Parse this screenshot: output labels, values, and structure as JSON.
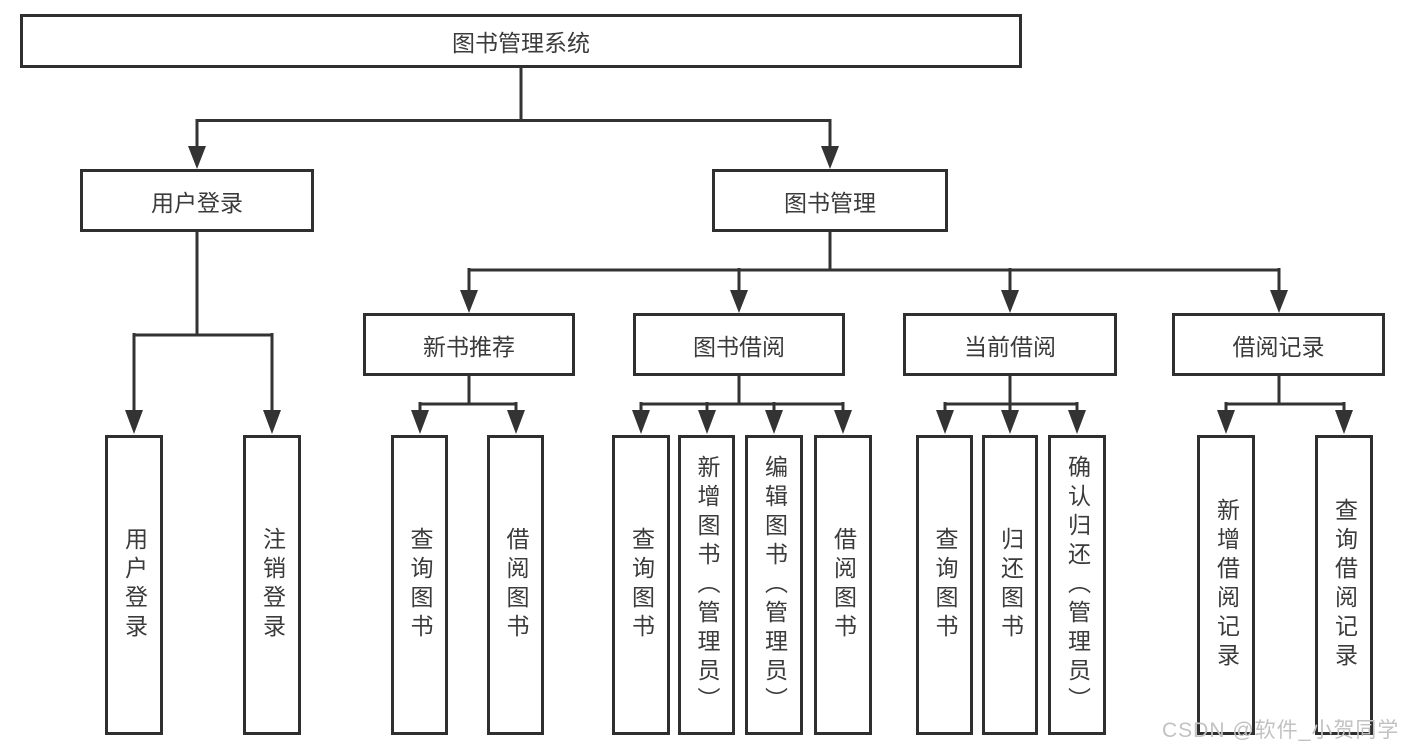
{
  "tree": {
    "label": "图书管理系统",
    "children": [
      {
        "label": "用户登录",
        "children": [
          {
            "label": "用户登录"
          },
          {
            "label": "注销登录"
          }
        ]
      },
      {
        "label": "图书管理",
        "children": [
          {
            "label": "新书推荐",
            "children": [
              {
                "label": "查询图书"
              },
              {
                "label": "借阅图书"
              }
            ]
          },
          {
            "label": "图书借阅",
            "children": [
              {
                "label": "查询图书"
              },
              {
                "label": "新增图书（管理员）"
              },
              {
                "label": "编辑图书（管理员）"
              },
              {
                "label": "借阅图书"
              }
            ]
          },
          {
            "label": "当前借阅",
            "children": [
              {
                "label": "查询图书"
              },
              {
                "label": "归还图书"
              },
              {
                "label": "确认归还（管理员）"
              }
            ]
          },
          {
            "label": "借阅记录",
            "children": [
              {
                "label": "新增借阅记录"
              },
              {
                "label": "查询借阅记录"
              }
            ]
          }
        ]
      }
    ]
  },
  "watermark": {
    "text": "CSDN @软件_小贺同学"
  },
  "colors": {
    "line": "#333333",
    "box_border": "#2f2f2f",
    "text": "#3b3b3b",
    "watermark": "#c2c2c2",
    "background": "#ffffff"
  }
}
